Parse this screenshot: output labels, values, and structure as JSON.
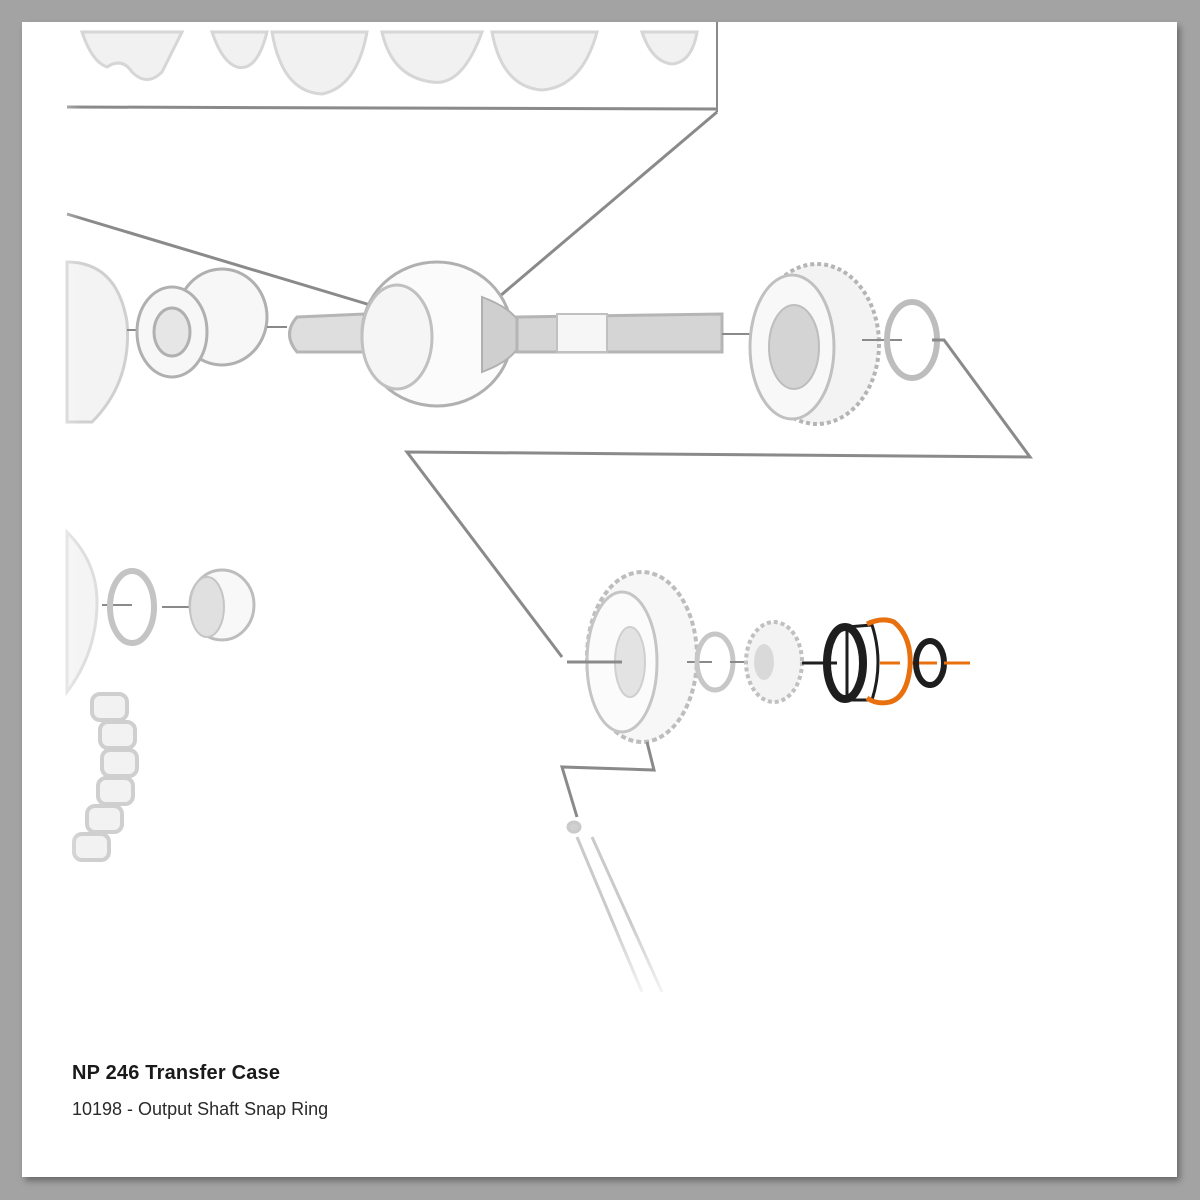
{
  "card": {
    "title": "NP 246 Transfer Case",
    "subtitle": "10198 - Output Shaft Snap Ring"
  },
  "diagram": {
    "highlighted_part": "snap-ring",
    "colors": {
      "background": "#a3a3a3",
      "card": "#ffffff",
      "line": "#8a8a8a",
      "part_faded": "#cfcfcf",
      "part_dark": "#1e1e1e",
      "highlight": "#e8700f"
    }
  }
}
